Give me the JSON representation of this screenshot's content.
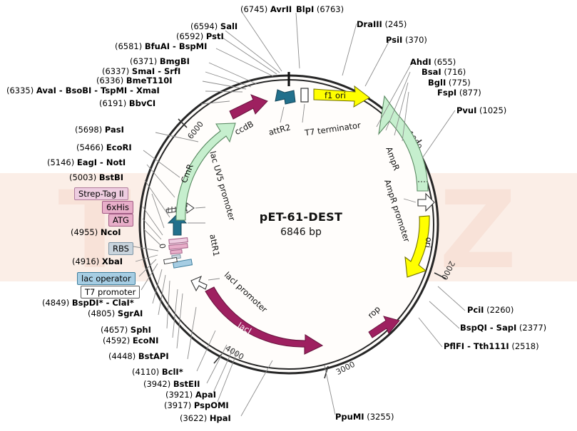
{
  "plasmid": {
    "name": "pET-61-DEST",
    "size_label": "6846 bp",
    "size_bp": 6846,
    "watermark": "TIANDZ"
  },
  "ruler": {
    "ticks": [
      "1000",
      "2000",
      "3000",
      "4000",
      "6000"
    ],
    "origin_tick": "0"
  },
  "features": [
    {
      "name": "ccdB",
      "label": "ccdB",
      "color": "#9e2060",
      "shape": "arrow-cw",
      "label_color": "dark"
    },
    {
      "name": "attR2",
      "label": "attR2",
      "color": "#22708c",
      "shape": "arrow-ccw",
      "label_color": "dark"
    },
    {
      "name": "T7 terminator",
      "label": "T7 terminator",
      "color": "#ffffff",
      "shape": "box",
      "label_color": "dark"
    },
    {
      "name": "f1 ori",
      "label": "f1 ori",
      "color": "#ffff00",
      "shape": "arrow-cw",
      "label_color": "dark"
    },
    {
      "name": "AmpR",
      "label": "AmpR",
      "color": "#c6efce",
      "shape": "arrow-ccw",
      "label_color": "dark"
    },
    {
      "name": "AmpR promoter",
      "label": "AmpR promoter",
      "color": "#ffffff",
      "shape": "arrow-ccw",
      "label_color": "dark"
    },
    {
      "name": "ori",
      "label": "ori",
      "color": "#ffff00",
      "shape": "arrow-cw",
      "label_color": "dark"
    },
    {
      "name": "rop",
      "label": "rop",
      "color": "#9e2060",
      "shape": "arrow-cw",
      "label_color": "dark"
    },
    {
      "name": "lacI",
      "label": "lacI",
      "color": "#9e2060",
      "shape": "arrow-cw",
      "label_color": "white"
    },
    {
      "name": "lacI promoter",
      "label": "lacI promoter",
      "color": "#ffffff",
      "shape": "arrow-cw",
      "label_color": "dark"
    },
    {
      "name": "T7 promoter",
      "label": "T7 promoter",
      "color": "#ffffff",
      "shape": "box",
      "label_color": "dark"
    },
    {
      "name": "lac operator",
      "label": "lac operator",
      "color": "#a6cde3",
      "shape": "box",
      "label_color": "dark"
    },
    {
      "name": "RBS",
      "label": "RBS",
      "color": "#c9d4dd",
      "shape": "box",
      "label_color": "dark"
    },
    {
      "name": "ATG",
      "label": "ATG",
      "color": "#e8aec9",
      "shape": "box",
      "label_color": "dark"
    },
    {
      "name": "6xHis",
      "label": "6xHis",
      "color": "#e8aec9",
      "shape": "box",
      "label_color": "dark"
    },
    {
      "name": "Strep-Tag II",
      "label": "Strep-Tag II",
      "color": "#eecde0",
      "shape": "box",
      "label_color": "dark"
    },
    {
      "name": "attR1",
      "label": "attR1",
      "color": "#22708c",
      "shape": "arrow-cw",
      "label_color": "dark"
    },
    {
      "name": "lac UV5 promoter",
      "label": "lac UV5 promoter",
      "color": "#ffffff",
      "shape": "arrow-hatch",
      "label_color": "dark"
    },
    {
      "name": "CmR",
      "label": "CmR",
      "color": "#c6efce",
      "shape": "arrow-cw",
      "label_color": "dark"
    }
  ],
  "inline_feature_labels": [
    {
      "text": "ccdB"
    },
    {
      "text": "attR2"
    },
    {
      "text": "T7 terminator"
    },
    {
      "text": "f1 ori"
    },
    {
      "text": "AmpR"
    },
    {
      "text": "AmpR promoter"
    },
    {
      "text": "ori"
    },
    {
      "text": "rop"
    },
    {
      "text": "lacI"
    },
    {
      "text": "lacI promoter"
    },
    {
      "text": "attR1"
    },
    {
      "text": "lac UV5 promoter"
    },
    {
      "text": "CmR"
    }
  ],
  "boxed_labels": [
    {
      "text": "Strep-Tag II",
      "fill": "#eecde0",
      "stroke": "#b07c9c",
      "text_color": "#10100f"
    },
    {
      "text": "6xHis",
      "fill": "#e8aec9",
      "stroke": "#a35d86",
      "text_color": "#10100f"
    },
    {
      "text": "ATG",
      "fill": "#e8aec9",
      "stroke": "#a35d86",
      "text_color": "#10100f"
    },
    {
      "text": "RBS",
      "fill": "#c9d4dd",
      "stroke": "#7d95a6",
      "text_color": "#10100f"
    },
    {
      "text": "lac operator",
      "fill": "#a6cde3",
      "stroke": "#3f7f9e",
      "text_color": "#10100f"
    },
    {
      "text": "T7 promoter",
      "fill": "#ffffff",
      "stroke": "#444444",
      "text_color": "#10100f"
    }
  ],
  "sites_left": [
    {
      "pos": "(6335)",
      "name": "AvaI - BsoBI - TspMI - XmaI",
      "dim": false
    },
    {
      "pos": "(6336)",
      "name": "BmeT110I",
      "dim": false
    },
    {
      "pos": "(6337)",
      "name": "SmaI - SrfI",
      "dim": false
    },
    {
      "pos": "(6371)",
      "name": "BmgBI",
      "dim": false
    },
    {
      "pos": "(6581)",
      "name": "BfuAI - BspMI",
      "dim": false
    },
    {
      "pos": "(6592)",
      "name": "PstI",
      "dim": false
    },
    {
      "pos": "(6594)",
      "name": "SalI",
      "dim": false
    },
    {
      "pos": "(6745)",
      "name": "AvrII",
      "dim": false
    },
    {
      "pos": "(6191)",
      "name": "BbvCI",
      "dim": false
    },
    {
      "pos": "(5698)",
      "name": "PasI",
      "dim": false
    },
    {
      "pos": "(5466)",
      "name": "EcoRI",
      "dim": false
    },
    {
      "pos": "(5146)",
      "name": "EagI - NotI",
      "dim": false
    },
    {
      "pos": "(5003)",
      "name": "BstBI",
      "dim": false
    },
    {
      "pos": "(4955)",
      "name": "NcoI",
      "dim": false
    },
    {
      "pos": "(4916)",
      "name": "XbaI",
      "dim": false
    },
    {
      "pos": "(4849)",
      "name": "BspDI* - ClaI*",
      "dim": true
    },
    {
      "pos": "(4805)",
      "name": "SgrAI",
      "dim": false
    },
    {
      "pos": "(4657)",
      "name": "SphI",
      "dim": false
    },
    {
      "pos": "(4592)",
      "name": "EcoNI",
      "dim": false
    },
    {
      "pos": "(4448)",
      "name": "BstAPI",
      "dim": false
    },
    {
      "pos": "(4110)",
      "name": "BclI*",
      "dim": true
    },
    {
      "pos": "(3942)",
      "name": "BstEII",
      "dim": false
    },
    {
      "pos": "(3921)",
      "name": "ApaI",
      "dim": false
    },
    {
      "pos": "(3917)",
      "name": "PspOMI",
      "dim": false
    },
    {
      "pos": "(3622)",
      "name": "HpaI",
      "dim": false
    }
  ],
  "sites_right": [
    {
      "name": "BlpI",
      "pos": "(6763)",
      "dim": false
    },
    {
      "name": "DraIII",
      "pos": "(245)",
      "dim": false
    },
    {
      "name": "PsiI",
      "pos": "(370)",
      "dim": false
    },
    {
      "name": "AhdI",
      "pos": "(655)",
      "dim": false
    },
    {
      "name": "BsaI",
      "pos": "(716)",
      "dim": false
    },
    {
      "name": "BglI",
      "pos": "(775)",
      "dim": false
    },
    {
      "name": "FspI",
      "pos": "(877)",
      "dim": false
    },
    {
      "name": "PvuI",
      "pos": "(1025)",
      "dim": false
    },
    {
      "name": "PciI",
      "pos": "(2260)",
      "dim": false
    },
    {
      "name": "BspQI - SapI",
      "pos": "(2377)",
      "dim": false
    },
    {
      "name": "PflFI - Tth111I",
      "pos": "(2518)",
      "dim": false
    },
    {
      "name": "PpuMI",
      "pos": "(3255)",
      "dim": false
    }
  ],
  "colors": {
    "backbone": "#262626",
    "green": "#c6efce",
    "green_stroke": "#5a8a62",
    "yellow": "#ffff00",
    "yellow_stroke": "#7a7a00",
    "magenta": "#9e2060",
    "magenta_stroke": "#6b1540",
    "teal": "#22708c",
    "teal_stroke": "#14475a",
    "white": "#ffffff",
    "watermark": "#f6d9cd"
  }
}
